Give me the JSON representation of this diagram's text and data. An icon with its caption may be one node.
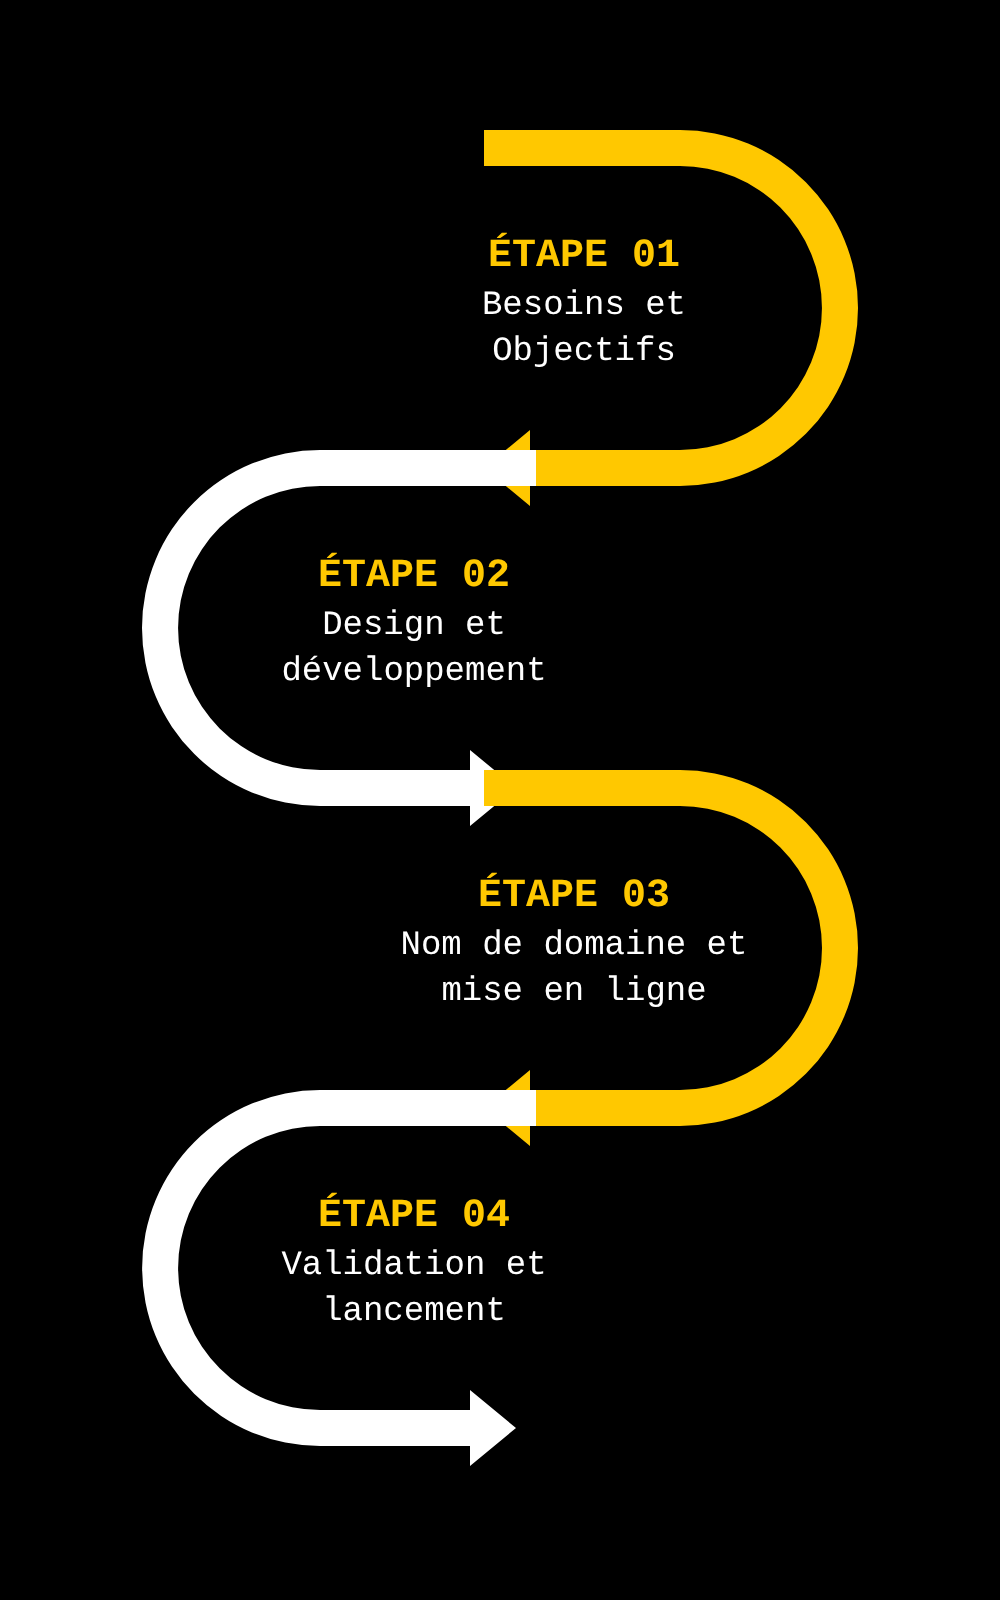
{
  "diagram": {
    "nodes": [
      {
        "text": [
          "ÉTAPE 01",
          "Besoins et Objectifs"
        ]
      },
      {
        "text": [
          "ÉTAPE 02",
          "Design et développement"
        ]
      },
      {
        "text": [
          "ÉTAPE 03",
          "Nom de domaine et mise en ligne"
        ]
      },
      {
        "text": [
          "ÉTAPE 04",
          "Validation et lancement"
        ]
      }
    ]
  }
}
